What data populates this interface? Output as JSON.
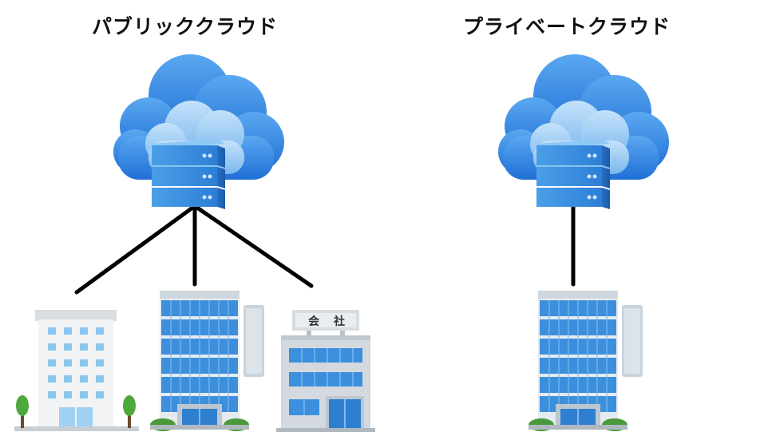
{
  "titles": {
    "public": "パブリッククラウド",
    "private": "プライベートクラウド"
  },
  "icons": {
    "cloud_server": "cloud-server-icon",
    "white_building": "white-office-building-icon",
    "blue_building": "blue-office-tower-icon",
    "company_building": "company-building-icon",
    "tree": "tree-icon"
  },
  "company_sign": {
    "char1": "会",
    "char2": "社"
  },
  "colors": {
    "cloud_dark": "#2f7fe0",
    "cloud_light": "#8cc4f2",
    "server": "#3a90e2",
    "building_blue": "#3c8fdc",
    "line": "#000000"
  }
}
